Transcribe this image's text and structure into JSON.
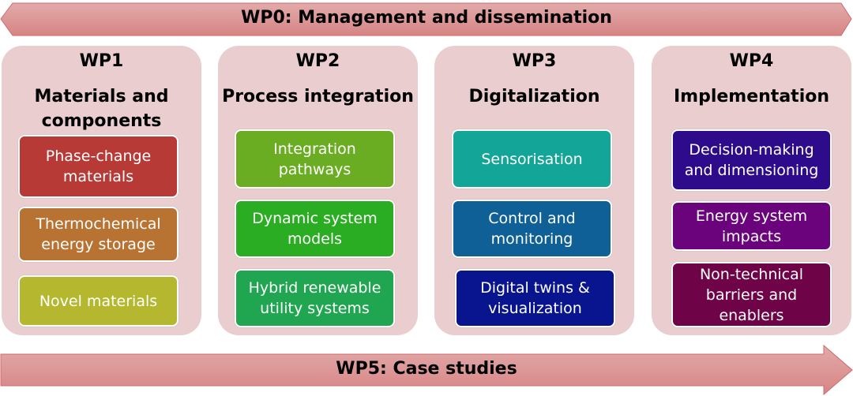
{
  "wp0": {
    "label": "WP0: Management and dissemination"
  },
  "wp5": {
    "label": "WP5: Case studies"
  },
  "columns": [
    {
      "id": "WP1",
      "title": "Materials and components",
      "items": [
        {
          "label": "Phase-change materials",
          "color": "#b83a37"
        },
        {
          "label": "Thermochemical energy storage",
          "color": "#b87332"
        },
        {
          "label": "Novel materials",
          "color": "#b5b82e"
        }
      ]
    },
    {
      "id": "WP2",
      "title": "Process integration",
      "items": [
        {
          "label": "Integration pathways",
          "color": "#6aad22"
        },
        {
          "label": "Dynamic system models",
          "color": "#2aad22"
        },
        {
          "label": "Hybrid renewable utility systems",
          "color": "#20a650"
        }
      ]
    },
    {
      "id": "WP3",
      "title": "Digitalization",
      "items": [
        {
          "label": "Sensorisation",
          "color": "#13a597"
        },
        {
          "label": "Control and monitoring",
          "color": "#0f6096"
        },
        {
          "label": "Digital twins & visualization",
          "color": "#08158e"
        }
      ]
    },
    {
      "id": "WP4",
      "title": "Implementation",
      "items": [
        {
          "label": "Decision-making and dimensioning",
          "color": "#2e0b8a"
        },
        {
          "label": "Energy system impacts",
          "color": "#6b047c"
        },
        {
          "label": "Non-technical barriers and enablers",
          "color": "#6e0347"
        }
      ]
    }
  ]
}
